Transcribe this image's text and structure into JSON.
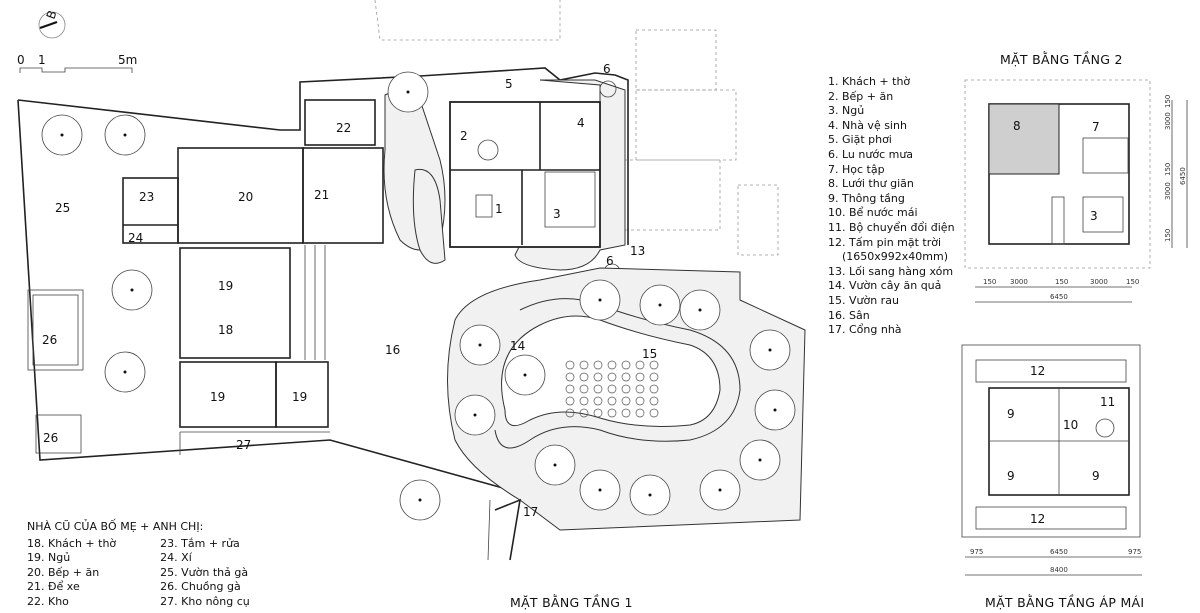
{
  "titles": {
    "floor1": "MẶT BẰNG TẦNG 1",
    "floor2": "MẶT BẰNG TẦNG 2",
    "roof": "MẶT BẰNG TẦNG ÁP MÁI"
  },
  "north_label": "B",
  "scale": {
    "zero": "0",
    "one": "1",
    "five": "5m"
  },
  "legend_main": [
    "1. Khách + thờ",
    "2. Bếp + ăn",
    "3. Ngủ",
    "4. Nhà vệ sinh",
    "5. Giặt phơi",
    "6. Lu nước mưa",
    "7. Học tập",
    "8. Lưới thư giãn",
    "9. Thông tầng",
    "10. Bể nước mái",
    "11. Bộ chuyển đổi điện",
    "12. Tấm pin mặt trời",
    "    (1650x992x40mm)",
    "13. Lối sang hàng xóm",
    "14. Vườn cây ăn quả",
    "15. Vườn rau",
    "16. Sân",
    "17. Cổng nhà"
  ],
  "legend_old": {
    "heading": "NHÀ CŨ CỦA BỐ MẸ + ANH CHỊ:",
    "col1": [
      "18. Khách + thờ",
      "19. Ngủ",
      "20. Bếp + ăn",
      "21. Để xe",
      "22. Kho"
    ],
    "col2": [
      "23. Tắm + rửa",
      "24. Xí",
      "25. Vườn thả gà",
      "26. Chuồng gà",
      "27. Kho nông cụ"
    ]
  },
  "floor1_labels": [
    "1",
    "2",
    "3",
    "4",
    "5",
    "6",
    "6",
    "13",
    "14",
    "15",
    "16",
    "17",
    "18",
    "19",
    "19",
    "19",
    "20",
    "21",
    "22",
    "23",
    "24",
    "25",
    "26",
    "26",
    "27"
  ],
  "floor2_labels": [
    "8",
    "7",
    "3"
  ],
  "floor2_dims": {
    "h": [
      "150",
      "3000",
      "150",
      "3000",
      "150"
    ],
    "h_total": "6450",
    "v": [
      "150",
      "3000",
      "150",
      "3000",
      "150"
    ],
    "v_total": "6450"
  },
  "roof_labels": [
    "12",
    "12",
    "9",
    "9",
    "9",
    "10",
    "11"
  ],
  "roof_dims": {
    "h": [
      "975",
      "6450",
      "975"
    ],
    "h_total": "8400"
  }
}
